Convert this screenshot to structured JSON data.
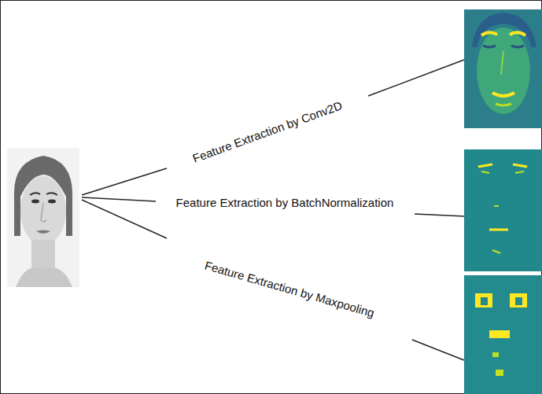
{
  "diagram": {
    "labels": [
      "Feature Extraction by Conv2D",
      "Feature Extraction by BatchNormalization",
      "Feature Extraction by Maxpooling"
    ]
  }
}
